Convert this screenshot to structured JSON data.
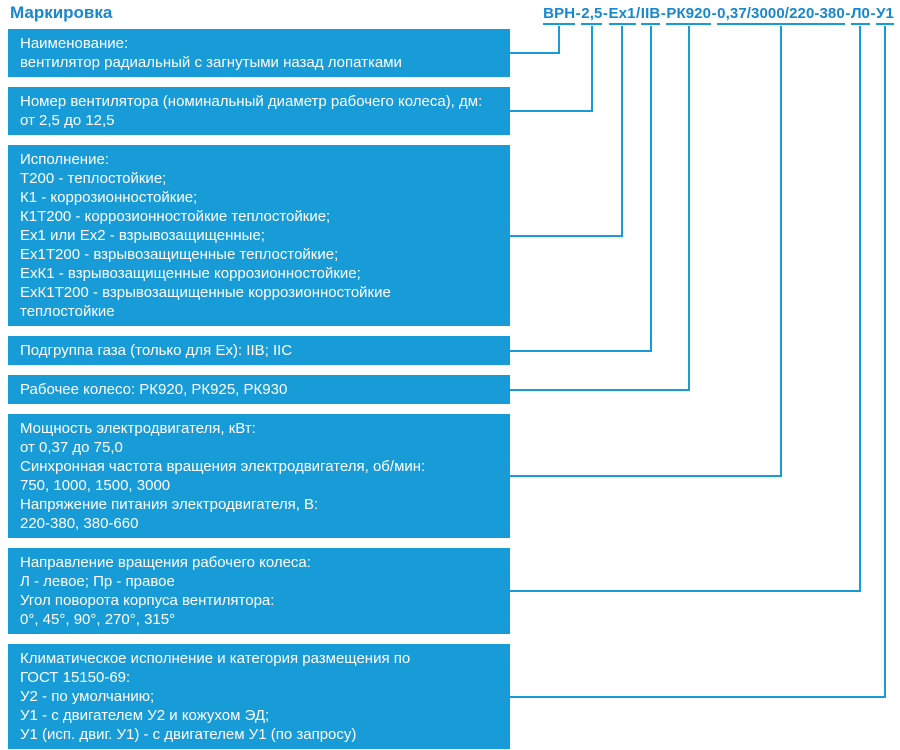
{
  "page": {
    "title": "Маркировка"
  },
  "colors": {
    "accent": "#189cd8",
    "heading": "#1688cd",
    "box_text": "#ffffff",
    "background": "#ffffff"
  },
  "marking_code": {
    "full": "ВРН-2,5-Ex1/IIB-РК920-0,37/3000/220-380-Л0-У1",
    "segments": [
      {
        "text": "ВРН",
        "separator_after": "-"
      },
      {
        "text": "2,5",
        "separator_after": "-"
      },
      {
        "text": "Ex1",
        "separator_after": "/"
      },
      {
        "text": "IIB",
        "separator_after": "-"
      },
      {
        "text": "РК920",
        "separator_after": "-"
      },
      {
        "text": "0,37/3000/220-380",
        "separator_after": "-"
      },
      {
        "text": "Л0",
        "separator_after": "-"
      },
      {
        "text": "У1",
        "separator_after": ""
      }
    ]
  },
  "boxes": [
    {
      "id": "name",
      "lines": [
        "Наименование:",
        "вентилятор радиальный с загнутыми назад лопатками"
      ]
    },
    {
      "id": "fan-number",
      "lines": [
        "Номер вентилятора (номинальный диаметр рабочего колеса), дм:",
        "от 2,5 до 12,5"
      ]
    },
    {
      "id": "execution",
      "lines": [
        "Исполнение:",
        "Т200 - теплостойкие;",
        "К1 - коррозионностойкие;",
        "К1Т200 - коррозионностойкие теплостойкие;",
        "Ех1 или Ех2 - взрывозащищенные;",
        "Ех1Т200 - взрывозащищенные теплостойкие;",
        "ЕхК1 - взрывозащищенные коррозионностойкие;",
        "ЕхК1Т200 - взрывозащищенные коррозионностойкие",
        "теплостойкие"
      ]
    },
    {
      "id": "gas-subgroup",
      "lines": [
        "Подгруппа газа (только для Ex): IIB; IIC"
      ]
    },
    {
      "id": "impeller",
      "lines": [
        "Рабочее колесо: РК920, РК925, РК930"
      ]
    },
    {
      "id": "motor",
      "lines": [
        "Мощность электродвигателя, кВт:",
        "от 0,37 до 75,0",
        "Синхронная частота вращения электродвигателя, об/мин:",
        "750, 1000, 1500, 3000",
        "Напряжение питания электродвигателя, В:",
        "220-380, 380-660"
      ]
    },
    {
      "id": "rotation",
      "lines": [
        "Направление вращения рабочего колеса:",
        "Л - левое; Пр - правое",
        "Угол поворота корпуса вентилятора:",
        "0°, 45°, 90°, 270°, 315°"
      ]
    },
    {
      "id": "climate",
      "lines": [
        "Климатическое исполнение и категория размещения по",
        "ГОСТ 15150-69:",
        "У2 - по умолчанию;",
        "У1 - с двигателем У2 и кожухом ЭД;",
        "У1 (исп. двиг. У1) - с двигателем У1 (по запросу)"
      ]
    }
  ]
}
